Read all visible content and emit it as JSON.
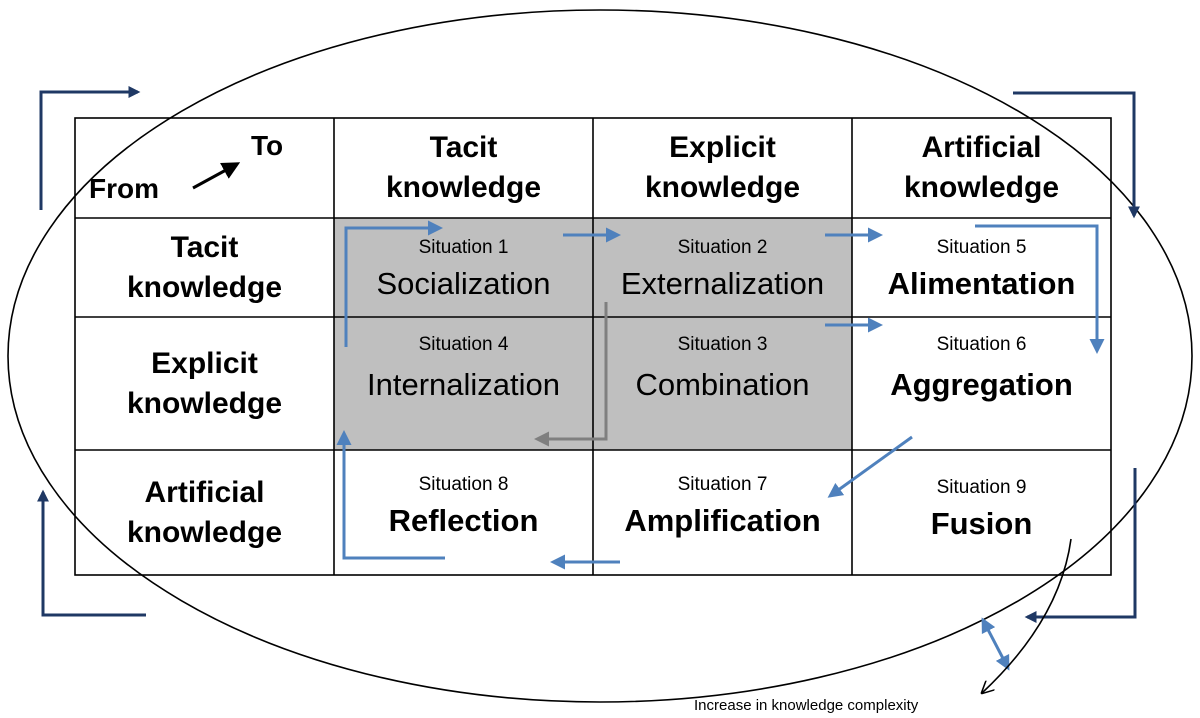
{
  "header": {
    "to_label": "To",
    "from_label": "From",
    "columns": [
      {
        "line1": "Tacit",
        "line2": "knowledge"
      },
      {
        "line1": "Explicit",
        "line2": "knowledge"
      },
      {
        "line1": "Artificial",
        "line2": "knowledge"
      }
    ]
  },
  "rows": [
    {
      "line1": "Tacit",
      "line2": "knowledge"
    },
    {
      "line1": "Explicit",
      "line2": "knowledge"
    },
    {
      "line1": "Artificial",
      "line2": "knowledge"
    }
  ],
  "situations": {
    "s1": {
      "label": "Situation 1",
      "name": "Socialization"
    },
    "s2": {
      "label": "Situation 2",
      "name": "Externalization"
    },
    "s3": {
      "label": "Situation 3",
      "name": "Combination"
    },
    "s4": {
      "label": "Situation 4",
      "name": "Internalization"
    },
    "s5": {
      "label": "Situation 5",
      "name": "Alimentation"
    },
    "s6": {
      "label": "Situation 6",
      "name": "Aggregation"
    },
    "s7": {
      "label": "Situation 7",
      "name": "Amplification"
    },
    "s8": {
      "label": "Situation 8",
      "name": "Reflection"
    },
    "s9": {
      "label": "Situation 9",
      "name": "Fusion"
    }
  },
  "caption": "Increase in knowledge complexity",
  "colors": {
    "shaded_cells": "#bfbfbf",
    "flow_arrows": "#4f81bd",
    "return_arrow": "#7f7f7f",
    "corner_arrows": "#1f3864",
    "grid_lines": "#000000"
  }
}
